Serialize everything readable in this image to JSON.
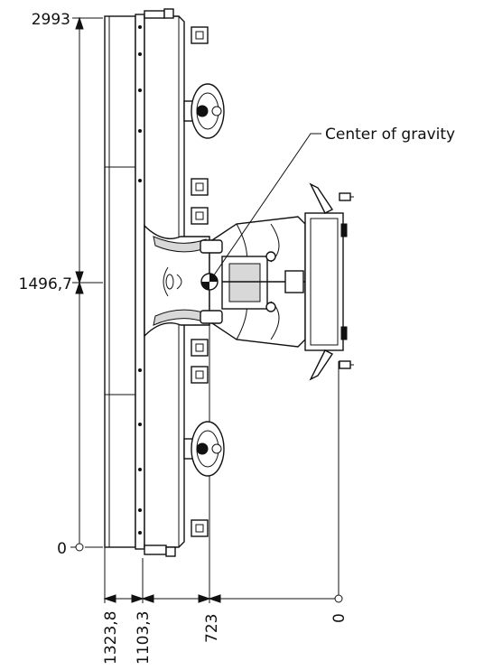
{
  "callout": {
    "center_of_gravity": "Center of gravity"
  },
  "dimensions": {
    "vertical": {
      "top": "2993",
      "middle": "1496,7",
      "bottom": "0"
    },
    "horizontal": {
      "d1": "1323,8",
      "d2": "1103,3",
      "d3": "723",
      "d4": "0"
    }
  },
  "colors": {
    "line": "#111111",
    "background": "#ffffff",
    "hatch": "#d8d8d8"
  }
}
